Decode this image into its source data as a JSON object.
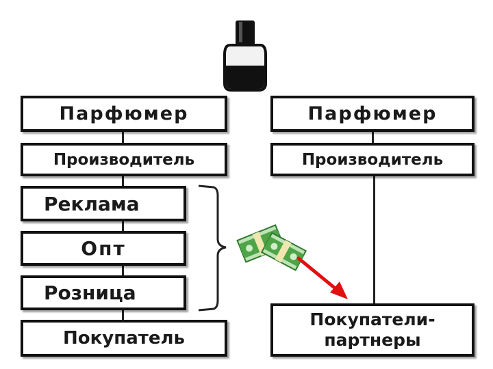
{
  "left_column": {
    "parfumer": "Парфюмер",
    "producer": "Производитель",
    "advertising": "Реклама",
    "wholesale": "Опт",
    "retail": "Розница",
    "buyer": "Покупатель"
  },
  "right_column": {
    "parfumer": "Парфюмер",
    "producer": "Производитель",
    "partner_buyers_line1": "Покупатели-",
    "partner_buyers_line2": "партнеры"
  },
  "icons": [
    "perfume-bottle-icon",
    "money-stack-icon",
    "red-arrow-icon",
    "curly-brace-icon"
  ],
  "colors": {
    "arrow": "#e01010",
    "money": "#3f9a3a",
    "border": "#111111"
  }
}
